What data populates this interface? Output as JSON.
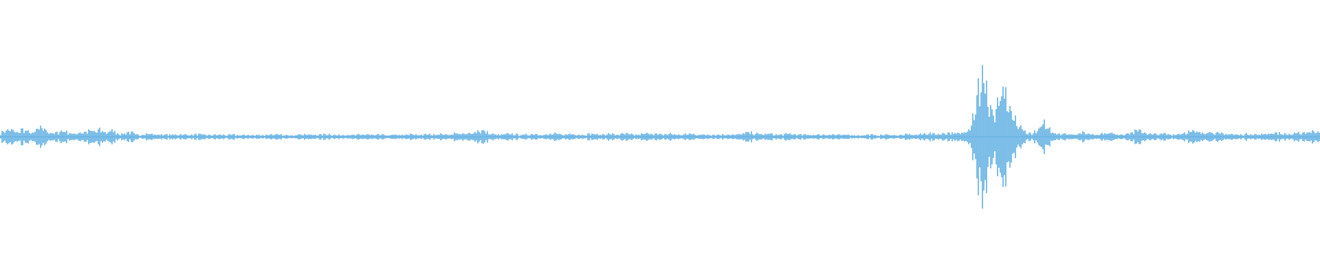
{
  "waveform": {
    "color": "#5dade2",
    "background": "#ffffff",
    "peaks": [
      0.04,
      0.055,
      0.07,
      0.06,
      0.035,
      0.07,
      0.06,
      0.045,
      0.035,
      0.075,
      0.085,
      0.07,
      0.04,
      0.03,
      0.045,
      0.06,
      0.05,
      0.035,
      0.025,
      0.045,
      0.04,
      0.05,
      0.06,
      0.045,
      0.065,
      0.05,
      0.04,
      0.065,
      0.045,
      0.025,
      0.03,
      0.045,
      0.04,
      0.02,
      0.015,
      0.03,
      0.03,
      0.025,
      0.02,
      0.025,
      0.02,
      0.02,
      0.02,
      0.02,
      0.025,
      0.02,
      0.02,
      0.02,
      0.025,
      0.02,
      0.02,
      0.015,
      0.02,
      0.02,
      0.02,
      0.015,
      0.02,
      0.02,
      0.015,
      0.015,
      0.02,
      0.015,
      0.015,
      0.02,
      0.015,
      0.02,
      0.025,
      0.02,
      0.02,
      0.015,
      0.015,
      0.02,
      0.02,
      0.025,
      0.025,
      0.02,
      0.02,
      0.02,
      0.02,
      0.025,
      0.025,
      0.02,
      0.015,
      0.02,
      0.02,
      0.02,
      0.015,
      0.02,
      0.02,
      0.025,
      0.02,
      0.015,
      0.02,
      0.02,
      0.015,
      0.015,
      0.02,
      0.02,
      0.015,
      0.02,
      0.025,
      0.02,
      0.02,
      0.02,
      0.025,
      0.02,
      0.025,
      0.03,
      0.025,
      0.02,
      0.03,
      0.035,
      0.03,
      0.025,
      0.03,
      0.045,
      0.055,
      0.06,
      0.05,
      0.03,
      0.025,
      0.02,
      0.02,
      0.025,
      0.03,
      0.025,
      0.02,
      0.02,
      0.02,
      0.025,
      0.03,
      0.025,
      0.02,
      0.02,
      0.025,
      0.03,
      0.025,
      0.02,
      0.025,
      0.03,
      0.025,
      0.02,
      0.02,
      0.025,
      0.03,
      0.025,
      0.02,
      0.025,
      0.03,
      0.025,
      0.02,
      0.025,
      0.03,
      0.025,
      0.02,
      0.02,
      0.025,
      0.03,
      0.035,
      0.03,
      0.025,
      0.02,
      0.025,
      0.03,
      0.025,
      0.02,
      0.02,
      0.025,
      0.03,
      0.025,
      0.02,
      0.02,
      0.025,
      0.02,
      0.02,
      0.02,
      0.02,
      0.025,
      0.02,
      0.02,
      0.025,
      0.035,
      0.04,
      0.035,
      0.03,
      0.025,
      0.025,
      0.03,
      0.025,
      0.02,
      0.02,
      0.025,
      0.03,
      0.025,
      0.02,
      0.02,
      0.02,
      0.02,
      0.02,
      0.02,
      0.02,
      0.02,
      0.025,
      0.02,
      0.02,
      0.015,
      0.02,
      0.02,
      0.015,
      0.015,
      0.015,
      0.02,
      0.02,
      0.015,
      0.015,
      0.02,
      0.02,
      0.02,
      0.015,
      0.015,
      0.02,
      0.025,
      0.02,
      0.02,
      0.025,
      0.03,
      0.035,
      0.03,
      0.025,
      0.03,
      0.035,
      0.04,
      0.035,
      0.03,
      0.035,
      0.05,
      0.12,
      0.25,
      0.5,
      0.55,
      0.4,
      0.3,
      0.18,
      0.35,
      0.42,
      0.3,
      0.2,
      0.15,
      0.1,
      0.06,
      0.04,
      0.03,
      0.05,
      0.08,
      0.12,
      0.09,
      0.05,
      0.035,
      0.03,
      0.03,
      0.025,
      0.025,
      0.03,
      0.04,
      0.035,
      0.03,
      0.025,
      0.025,
      0.03,
      0.04,
      0.035,
      0.03,
      0.025,
      0.025,
      0.03,
      0.035,
      0.05,
      0.06,
      0.05,
      0.035,
      0.025,
      0.025,
      0.025,
      0.03,
      0.025,
      0.02,
      0.025,
      0.03,
      0.04,
      0.045,
      0.05,
      0.045,
      0.04,
      0.045,
      0.05,
      0.045,
      0.035,
      0.03,
      0.025,
      0.03,
      0.025,
      0.02,
      0.02,
      0.025,
      0.03,
      0.025,
      0.02,
      0.025,
      0.03,
      0.035,
      0.04,
      0.035,
      0.03,
      0.025,
      0.025,
      0.03,
      0.035,
      0.04,
      0.045,
      0.05,
      0.055,
      0.06
    ]
  }
}
